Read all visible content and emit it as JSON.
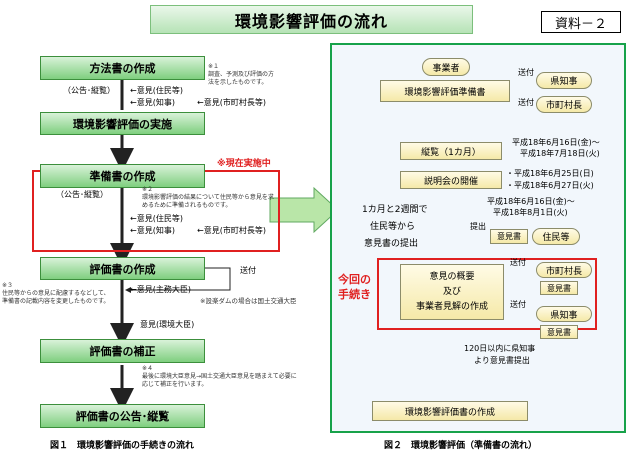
{
  "title": "環境影響評価の流れ",
  "doc_label": "資料－２",
  "fig1": {
    "caption": "図１　環境影響評価の手続きの流れ",
    "step1": "方法書の作成",
    "note1": "※１\n調査、予測及び評価の方法を示したものです。",
    "pub1": "（公告･縦覧）",
    "op1a": "←意見(住民等)",
    "op1b": "←意見(知事)",
    "op1c": "←意見(市町村長等)",
    "step2": "環境影響評価の実施",
    "current": "※現在実施中",
    "step3": "準備書の作成",
    "note2": "※２\n環境影響評価の結果について住民等から意見を求めるために準備されるものです。",
    "pub2": "（公告･縦覧）",
    "op2a": "←意見(住民等)",
    "op2b": "←意見(知事)",
    "op2c": "←意見(市町村長等)",
    "step4": "評価書の作成",
    "sent1": "送付",
    "note3": "※３\n住民等からの意見に配慮するなどして、準備書の記載内容を変更したものです。",
    "op4a": "←意見(主務大臣)",
    "op4note": "※設楽ダムの場合は国土交通大臣",
    "op4b": "意見(環境大臣)",
    "step5": "評価書の補正",
    "note4": "※４\n最後に環境大臣意見→国土交通大臣意見を踏まえて必要に応じて補正を行います。",
    "step6": "評価書の公告･縦覧"
  },
  "fig2": {
    "caption": "図２　環境影響評価（準備書の流れ）",
    "operator": "事業者",
    "sent_a": "送付",
    "sent_b": "送付",
    "gov": "県知事",
    "mayor": "市町村長",
    "prep": "環境影響評価準備書",
    "inspection": "縦覧（1カ月）",
    "period1a": "平成18年6月16日(金)～",
    "period1b": "平成18年7月18日(火)",
    "meeting": "説明会の開催",
    "meet1": "・平成18年6月25日(日)",
    "meet2": "・平成18年6月27日(火)",
    "submit_a": "1カ月と2週間で",
    "submit_b": "住民等から",
    "submit_c": "意見書の提出",
    "period2a": "平成18年6月16日(金)～",
    "period2b": "平成18年8月1日(火)",
    "submission": "提出",
    "opinion": "意見書",
    "residents": "住民等",
    "this_time_a": "今回の",
    "this_time_b": "手続き",
    "summary_a": "意見の概要",
    "summary_b": "及び",
    "summary_c": "事業者見解の作成",
    "sent_c": "送付",
    "sent_d": "送付",
    "mayor2": "市町村長",
    "opinion2": "意見書",
    "gov2": "県知事",
    "opinion3": "意見書",
    "within_a": "120日以内に県知事",
    "within_b": "より意見書提出",
    "final": "環境影響評価書の作成"
  }
}
